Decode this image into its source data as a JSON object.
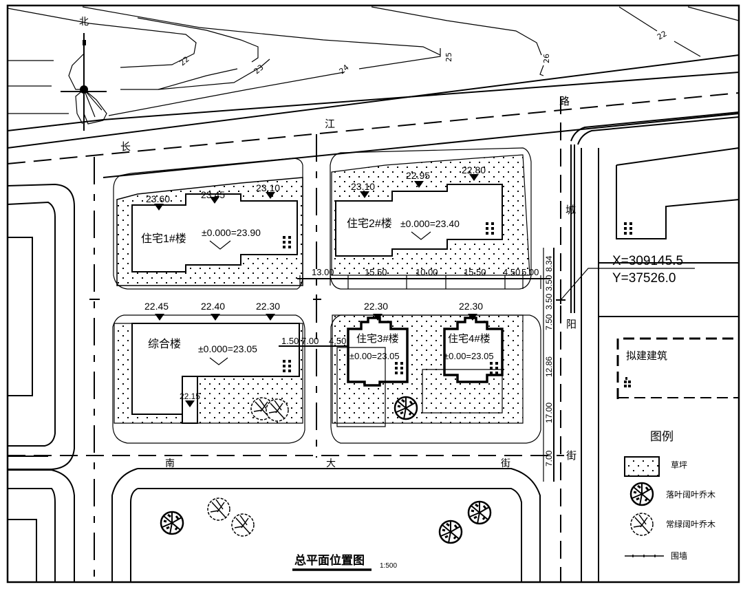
{
  "drawing": {
    "title": "总平面位置图",
    "scale": "1:500",
    "north_label": "北"
  },
  "streets": {
    "top_road": [
      "长",
      "江"
    ],
    "right_road": [
      "路",
      "城",
      "阳"
    ],
    "bottom_road": [
      "南",
      "大",
      "街"
    ],
    "right_road_lower": "街"
  },
  "contours": [
    {
      "label": "22",
      "note": "rotated contour label, top-left"
    },
    {
      "label": "23",
      "note": ""
    },
    {
      "label": "24",
      "note": ""
    },
    {
      "label": "25",
      "note": ""
    },
    {
      "label": "26",
      "note": ""
    },
    {
      "label": "22",
      "note": "top-right"
    }
  ],
  "contour_labels_display": [
    "22",
    "23",
    "24",
    "25",
    "26",
    "22"
  ],
  "buildings": [
    {
      "name": "住宅1#楼",
      "elevation": "±0.000=23.90",
      "entrances": [
        "23.60",
        "23.45",
        "23.10"
      ]
    },
    {
      "name": "住宅2#楼",
      "elevation": "±0.000=23.40",
      "entrances": [
        "23.10",
        "22.95",
        "22.80"
      ]
    },
    {
      "name": "综合楼",
      "elevation": "±0.000=23.05",
      "entrances": [
        "22.45",
        "22.40",
        "22.30",
        "22.15"
      ]
    },
    {
      "name": "住宅3#楼",
      "elevation": "±0.00=23.05",
      "entrances": [
        "22.30"
      ]
    },
    {
      "name": "住宅4#楼",
      "elevation": "±0.00=23.05",
      "entrances": [
        "22.30"
      ]
    },
    {
      "name": "拟建建筑",
      "elevation": "",
      "entrances": []
    }
  ],
  "dimensions": {
    "horizontal": [
      "13.00",
      "15.50",
      "10.00",
      "15.50",
      "4.50",
      "5.00"
    ],
    "horizontal_lower": [
      "1.50",
      "7.00",
      "4.50"
    ],
    "vertical": [
      "8.34",
      "3.50",
      "3.50",
      "7.50",
      "12.86",
      "17.00",
      "7.00"
    ]
  },
  "coordinates": {
    "x": "X=309145.5",
    "y": "Y=37526.0"
  },
  "legend": {
    "title": "图例",
    "items": [
      {
        "icon": "grass-hatch-icon",
        "label": "草坪"
      },
      {
        "icon": "evergreen-tree-icon",
        "label": "落叶阔叶乔木"
      },
      {
        "icon": "deciduous-tree-icon",
        "label": "常绿阔叶乔木"
      },
      {
        "icon": "fence-line-icon",
        "label": "围墙"
      }
    ]
  }
}
